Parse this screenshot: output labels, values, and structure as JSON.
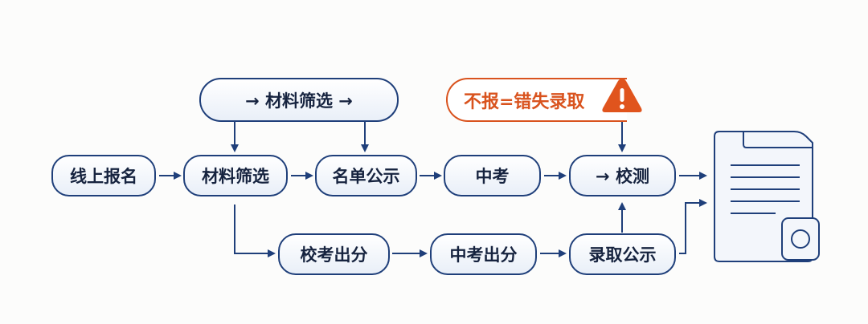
{
  "nodes": {
    "top_screening": "→ 材料筛选 →",
    "online_registration": "线上报名",
    "material_screening": "材料筛选",
    "list_publicity": "名单公示",
    "zhongkao": "中考",
    "school_test": "→ 校测",
    "school_exam_score": "校考出分",
    "zhongkao_score": "中考出分",
    "admission_publicity": "录取公示"
  },
  "warning": {
    "text": "不报=错失录取",
    "icon": "warning-triangle-icon",
    "color": "#d9531e"
  },
  "colors": {
    "line": "#1f3f7a",
    "accent": "#d9531e"
  },
  "document_icon": "document-with-seal-icon"
}
